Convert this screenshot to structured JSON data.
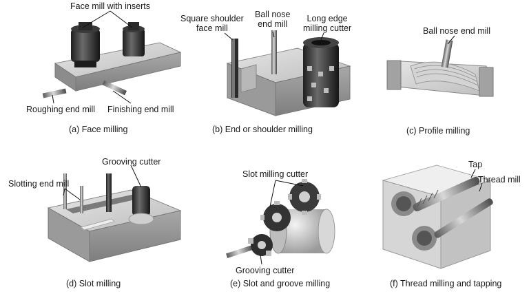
{
  "panels": [
    {
      "caption": "(a)  Face milling",
      "labels": [
        "Face mill with inserts",
        "Roughing end mill",
        "Finishing end mill"
      ]
    },
    {
      "caption": "(b)  End or shoulder milling",
      "labels": [
        "Square shoulder\nface mill",
        "Ball nose\nend mill",
        "Long edge\nmilling cutter"
      ]
    },
    {
      "caption": "(c)  Profile milling",
      "labels": [
        "Ball nose end mill"
      ]
    },
    {
      "caption": "(d) Slot milling",
      "labels": [
        "Slotting end mill",
        "Grooving cutter"
      ]
    },
    {
      "caption": "(e)  Slot and groove milling",
      "labels": [
        "Slot milling cutter",
        "Grooving cutter"
      ]
    },
    {
      "caption": "(f) Thread milling and tapping",
      "labels": [
        "Tap",
        "Thread mill"
      ]
    }
  ]
}
